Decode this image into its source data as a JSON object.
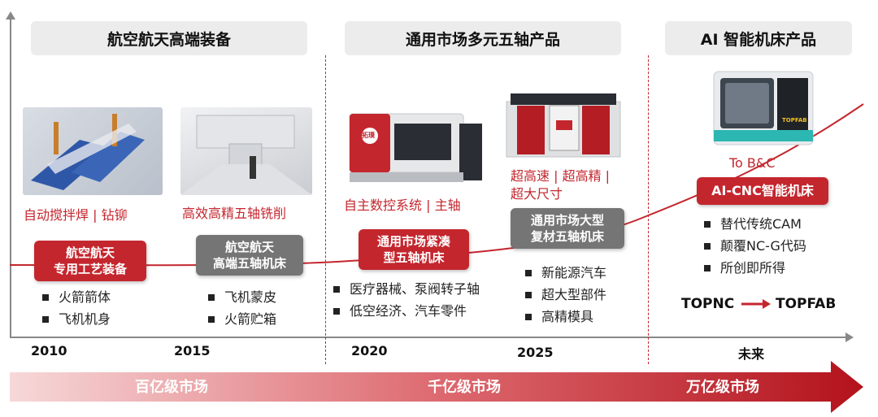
{
  "sections": [
    {
      "title": "航空航天高端装备"
    },
    {
      "title": "通用市场多元五轴产品"
    },
    {
      "title": "AI 智能机床产品"
    }
  ],
  "years": [
    "2010",
    "2015",
    "2020",
    "2025",
    "未来"
  ],
  "features": [
    "自动搅拌焊 | 钻铆",
    "高效高精五轴铣削",
    "自主数控系统 | 主轴",
    "超高速 | 超高精 |",
    "超大尺寸",
    "To B&C"
  ],
  "milestones": [
    {
      "line1": "航空航天",
      "line2": "专用工艺装备",
      "style": "red"
    },
    {
      "line1": "航空航天",
      "line2": "高端五轴机床",
      "style": "gray"
    },
    {
      "line1": "通用市场紧凑",
      "line2": "型五轴机床",
      "style": "red"
    },
    {
      "line1": "通用市场大型",
      "line2": "复材五轴机床",
      "style": "gray"
    },
    {
      "line1": "AI-CNC智能机床",
      "style": "red"
    }
  ],
  "bullet_groups": [
    [
      "火箭箭体",
      "飞机机身"
    ],
    [
      "飞机蒙皮",
      "火箭贮箱"
    ],
    [
      "医疗器械、泵阀转子轴",
      "低空经济、汽车零件"
    ],
    [
      "新能源汽车",
      "超大型部件",
      "高精模具"
    ],
    [
      "替代传统CAM",
      "颠覆NC-G代码",
      "所创即所得"
    ]
  ],
  "brands": {
    "from": "TOPNC",
    "to": "TOPFAB"
  },
  "machine_logos": {
    "left": "拓璞",
    "right": "TOPFAB"
  },
  "markets": [
    "百亿级市场",
    "千亿级市场",
    "万亿级市场"
  ],
  "colors": {
    "accent": "#c4262e",
    "gray_pill": "#757575",
    "header_bg": "#ececec"
  }
}
